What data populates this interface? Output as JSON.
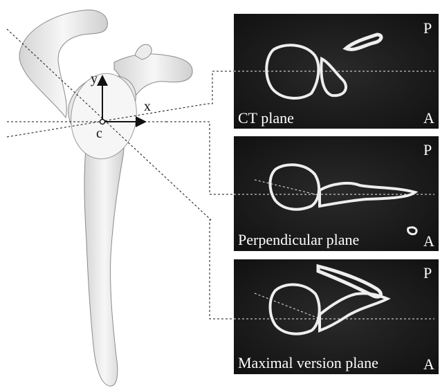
{
  "axes": {
    "y_label": "y",
    "x_label": "x",
    "center_label": "c"
  },
  "panels": [
    {
      "caption": "CT plane",
      "top_marker": "P",
      "bottom_marker": "A"
    },
    {
      "caption": "Perpendicular plane",
      "top_marker": "P",
      "bottom_marker": "A"
    },
    {
      "caption": "Maximal version plane",
      "top_marker": "P",
      "bottom_marker": "A"
    }
  ],
  "colors": {
    "bone": "#f3f3f3",
    "bone_shade": "#c9c9c9",
    "ct_bg": "#1a1a1a",
    "ct_bone": "#eeeeee",
    "ink": "#111111"
  }
}
